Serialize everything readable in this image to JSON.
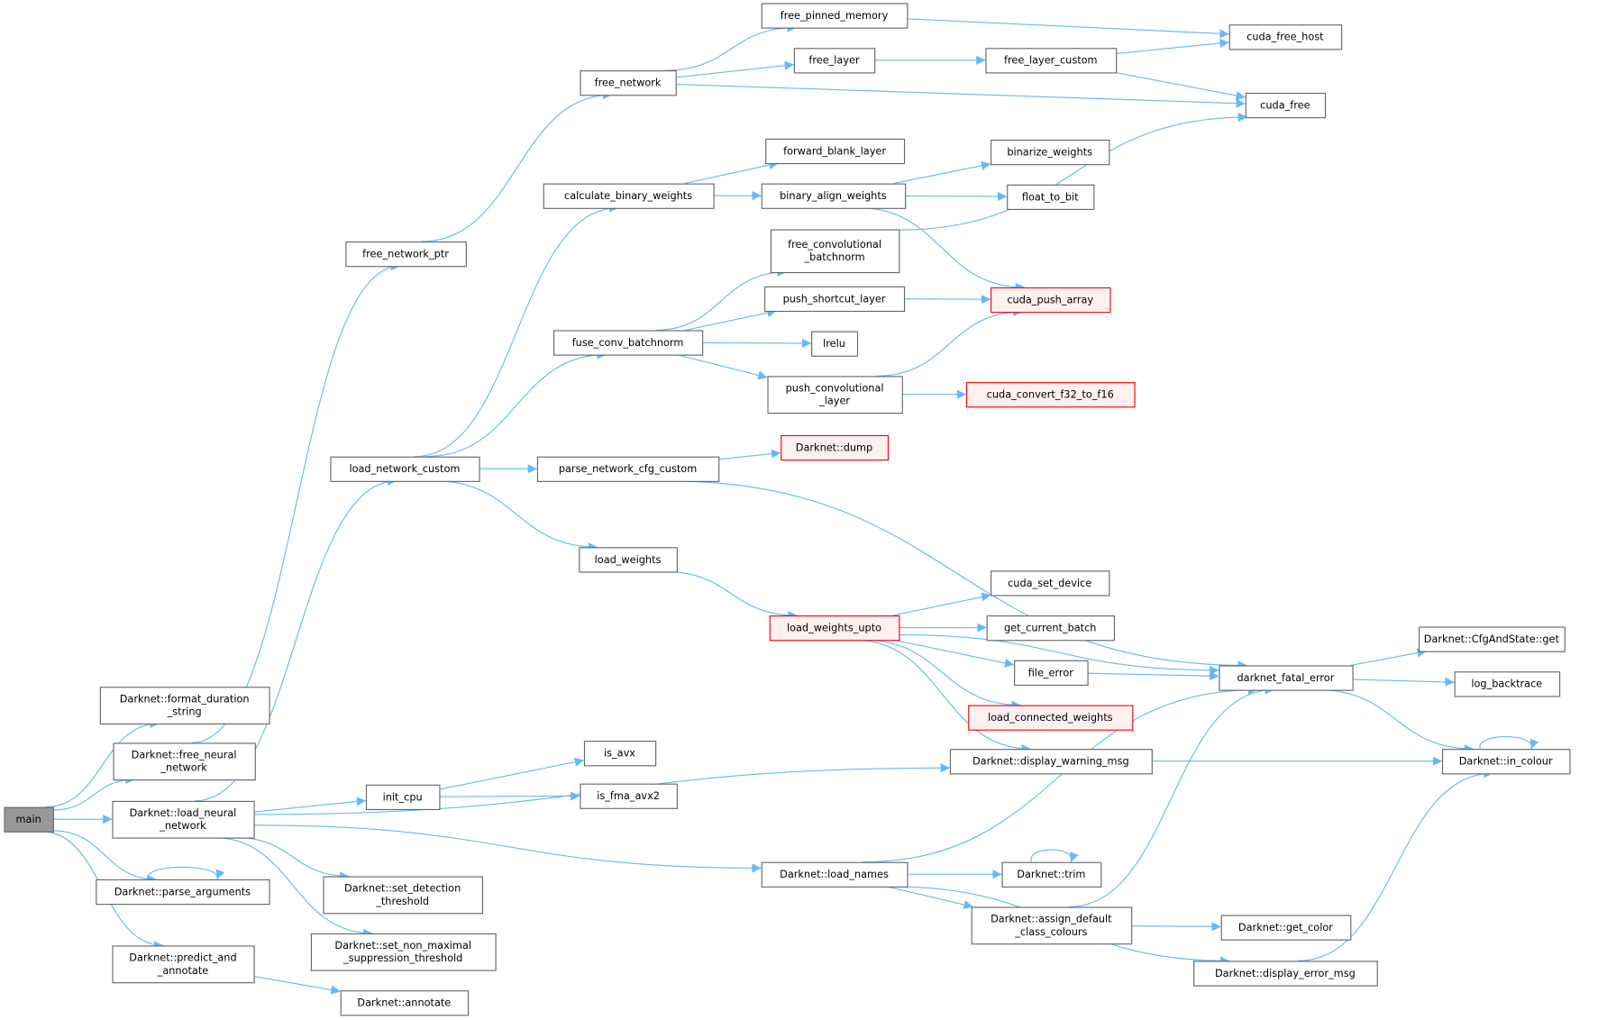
{
  "title": "main call graph",
  "colors": {
    "edge": "#63b8ff",
    "root_fill": "#999999",
    "red_border": "#ff0000",
    "border": "#666666"
  },
  "nodes": [
    {
      "id": "main",
      "lines": [
        "main"
      ],
      "kind": "root"
    },
    {
      "id": "format_duration",
      "lines": [
        "Darknet::format_duration",
        "_string"
      ]
    },
    {
      "id": "free_neural",
      "lines": [
        "Darknet::free_neural",
        "_network"
      ]
    },
    {
      "id": "load_neural",
      "lines": [
        "Darknet::load_neural",
        "_network"
      ]
    },
    {
      "id": "parse_arguments",
      "lines": [
        "Darknet::parse_arguments"
      ]
    },
    {
      "id": "predict",
      "lines": [
        "Darknet::predict_and",
        "_annotate"
      ]
    },
    {
      "id": "free_network_ptr",
      "lines": [
        "free_network_ptr"
      ]
    },
    {
      "id": "load_network_custom",
      "lines": [
        "load_network_custom"
      ]
    },
    {
      "id": "init_cpu",
      "lines": [
        "init_cpu"
      ]
    },
    {
      "id": "set_det",
      "lines": [
        "Darknet::set_detection",
        "_threshold"
      ]
    },
    {
      "id": "set_nms",
      "lines": [
        "Darknet::set_non_maximal",
        "_suppression_threshold"
      ]
    },
    {
      "id": "annotate",
      "lines": [
        "Darknet::annotate"
      ]
    },
    {
      "id": "free_network",
      "lines": [
        "free_network"
      ]
    },
    {
      "id": "calc_bin",
      "lines": [
        "calculate_binary_weights"
      ]
    },
    {
      "id": "fuse",
      "lines": [
        "fuse_conv_batchnorm"
      ]
    },
    {
      "id": "parse_cfg",
      "lines": [
        "parse_network_cfg_custom"
      ]
    },
    {
      "id": "load_weights",
      "lines": [
        "load_weights"
      ]
    },
    {
      "id": "is_avx",
      "lines": [
        "is_avx"
      ]
    },
    {
      "id": "is_fma",
      "lines": [
        "is_fma_avx2"
      ]
    },
    {
      "id": "free_pinned",
      "lines": [
        "free_pinned_memory"
      ]
    },
    {
      "id": "free_layer",
      "lines": [
        "free_layer"
      ]
    },
    {
      "id": "forward_blank",
      "lines": [
        "forward_blank_layer"
      ]
    },
    {
      "id": "bin_align",
      "lines": [
        "binary_align_weights"
      ]
    },
    {
      "id": "free_conv_bn",
      "lines": [
        "free_convolutional",
        "_batchnorm"
      ]
    },
    {
      "id": "push_shortcut",
      "lines": [
        "push_shortcut_layer"
      ]
    },
    {
      "id": "lrelu",
      "lines": [
        "lrelu"
      ]
    },
    {
      "id": "push_conv",
      "lines": [
        "push_convolutional",
        "_layer"
      ]
    },
    {
      "id": "dump",
      "lines": [
        "Darknet::dump"
      ],
      "kind": "red"
    },
    {
      "id": "upto",
      "lines": [
        "load_weights_upto"
      ],
      "kind": "red"
    },
    {
      "id": "load_names",
      "lines": [
        "Darknet::load_names"
      ]
    },
    {
      "id": "free_layer_custom",
      "lines": [
        "free_layer_custom"
      ]
    },
    {
      "id": "cuda_free_host",
      "lines": [
        "cuda_free_host"
      ]
    },
    {
      "id": "cuda_free",
      "lines": [
        "cuda_free"
      ]
    },
    {
      "id": "binarize",
      "lines": [
        "binarize_weights"
      ]
    },
    {
      "id": "float_to_bit",
      "lines": [
        "float_to_bit"
      ]
    },
    {
      "id": "cuda_push",
      "lines": [
        "cuda_push_array"
      ],
      "kind": "red"
    },
    {
      "id": "cuda_convert",
      "lines": [
        "cuda_convert_f32_to_f16"
      ],
      "kind": "red"
    },
    {
      "id": "cuda_set_device",
      "lines": [
        "cuda_set_device"
      ]
    },
    {
      "id": "get_batch",
      "lines": [
        "get_current_batch"
      ]
    },
    {
      "id": "file_error",
      "lines": [
        "file_error"
      ]
    },
    {
      "id": "load_connected",
      "lines": [
        "load_connected_weights"
      ],
      "kind": "red"
    },
    {
      "id": "warn",
      "lines": [
        "Darknet::display_warning_msg"
      ]
    },
    {
      "id": "trim",
      "lines": [
        "Darknet::trim"
      ]
    },
    {
      "id": "assign",
      "lines": [
        "Darknet::assign_default",
        "_class_colours"
      ]
    },
    {
      "id": "err_msg",
      "lines": [
        "Darknet::display_error_msg"
      ]
    },
    {
      "id": "fatal",
      "lines": [
        "darknet_fatal_error"
      ]
    },
    {
      "id": "get_color",
      "lines": [
        "Darknet::get_color"
      ]
    },
    {
      "id": "cfg_get",
      "lines": [
        "Darknet::CfgAndState::get"
      ]
    },
    {
      "id": "backtrace",
      "lines": [
        "log_backtrace"
      ]
    },
    {
      "id": "in_colour",
      "lines": [
        "Darknet::in_colour"
      ]
    }
  ],
  "edges": [
    [
      "main",
      "format_duration"
    ],
    [
      "main",
      "free_neural"
    ],
    [
      "main",
      "load_neural"
    ],
    [
      "main",
      "parse_arguments"
    ],
    [
      "main",
      "predict"
    ],
    [
      "free_neural",
      "free_network_ptr"
    ],
    [
      "free_network_ptr",
      "free_network"
    ],
    [
      "free_network",
      "free_pinned"
    ],
    [
      "free_network",
      "free_layer"
    ],
    [
      "free_network",
      "cuda_free"
    ],
    [
      "free_pinned",
      "cuda_free_host"
    ],
    [
      "free_layer",
      "free_layer_custom"
    ],
    [
      "free_layer_custom",
      "cuda_free_host"
    ],
    [
      "free_layer_custom",
      "cuda_free"
    ],
    [
      "load_neural",
      "load_network_custom"
    ],
    [
      "load_neural",
      "warn"
    ],
    [
      "load_neural",
      "init_cpu"
    ],
    [
      "load_neural",
      "load_names"
    ],
    [
      "load_neural",
      "set_det"
    ],
    [
      "load_neural",
      "set_nms"
    ],
    [
      "load_network_custom",
      "calc_bin"
    ],
    [
      "load_network_custom",
      "fuse"
    ],
    [
      "load_network_custom",
      "parse_cfg"
    ],
    [
      "load_network_custom",
      "load_weights"
    ],
    [
      "calc_bin",
      "forward_blank"
    ],
    [
      "calc_bin",
      "bin_align"
    ],
    [
      "bin_align",
      "binarize"
    ],
    [
      "bin_align",
      "float_to_bit"
    ],
    [
      "bin_align",
      "cuda_push"
    ],
    [
      "free_conv_bn",
      "cuda_free"
    ],
    [
      "fuse",
      "free_conv_bn"
    ],
    [
      "fuse",
      "push_shortcut"
    ],
    [
      "fuse",
      "lrelu"
    ],
    [
      "fuse",
      "push_conv"
    ],
    [
      "push_shortcut",
      "cuda_push"
    ],
    [
      "push_conv",
      "cuda_push"
    ],
    [
      "push_conv",
      "cuda_convert"
    ],
    [
      "parse_cfg",
      "dump"
    ],
    [
      "parse_cfg",
      "fatal"
    ],
    [
      "load_weights",
      "upto"
    ],
    [
      "upto",
      "fatal"
    ],
    [
      "upto",
      "cuda_set_device"
    ],
    [
      "upto",
      "get_batch"
    ],
    [
      "upto",
      "file_error"
    ],
    [
      "upto",
      "load_connected"
    ],
    [
      "upto",
      "warn"
    ],
    [
      "file_error",
      "fatal"
    ],
    [
      "fatal",
      "cfg_get"
    ],
    [
      "fatal",
      "backtrace"
    ],
    [
      "fatal",
      "in_colour"
    ],
    [
      "warn",
      "in_colour"
    ],
    [
      "in_colour",
      "in_colour"
    ],
    [
      "init_cpu",
      "is_avx"
    ],
    [
      "init_cpu",
      "is_fma"
    ],
    [
      "load_names",
      "fatal"
    ],
    [
      "load_names",
      "trim"
    ],
    [
      "load_names",
      "assign"
    ],
    [
      "load_names",
      "err_msg"
    ],
    [
      "trim",
      "trim"
    ],
    [
      "assign",
      "fatal"
    ],
    [
      "assign",
      "get_color"
    ],
    [
      "err_msg",
      "in_colour"
    ],
    [
      "parse_arguments",
      "parse_arguments"
    ],
    [
      "predict",
      "annotate"
    ]
  ]
}
